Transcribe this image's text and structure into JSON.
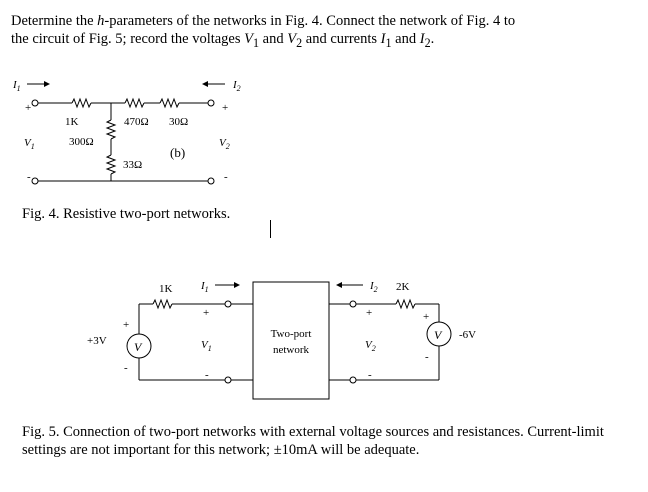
{
  "intro": {
    "line1_a": "Determine the ",
    "line1_h": "h",
    "line1_b": "-parameters of the networks in Fig. 4. Connect the network of Fig. 4 to",
    "line2_a": "the circuit of Fig. 5; record the voltages ",
    "V": "V",
    "I": "I",
    "sub1": "1",
    "sub2": "2",
    "and": " and ",
    "line2_mid": " and currents ",
    "period": "."
  },
  "fig4": {
    "label_I1": "I",
    "label_I1_sub": "1",
    "label_I2": "I",
    "label_I2_sub": "2",
    "label_V1": "V",
    "label_V1_sub": "1",
    "label_V2": "V",
    "label_V2_sub": "2",
    "plus": "+",
    "minus": "-",
    "r_series_1": "1K",
    "r_shunt_1": "300Ω",
    "r_series_2": "470Ω",
    "r_series_3": "30Ω",
    "r_shunt_2": "33Ω",
    "variant": "(b)",
    "caption": "Fig. 4.  Resistive two-port networks."
  },
  "fig5": {
    "r_left": "1K",
    "r_right": "2K",
    "src_left_value": "+3V",
    "src_right_value": "-6V",
    "meter_symbol": "V",
    "box_line1": "Two-port",
    "box_line2": "network",
    "label_I1": "I",
    "label_I1_sub": "1",
    "label_I2": "I",
    "label_I2_sub": "2",
    "label_V1": "V",
    "label_V1_sub": "1",
    "label_V2": "V",
    "label_V2_sub": "2",
    "plus": "+",
    "minus": "-",
    "caption": "Fig. 5.  Connection of two-port networks with external voltage sources and resistances.  Current-limit settings are not important for this network; ±10mA will be adequate."
  }
}
